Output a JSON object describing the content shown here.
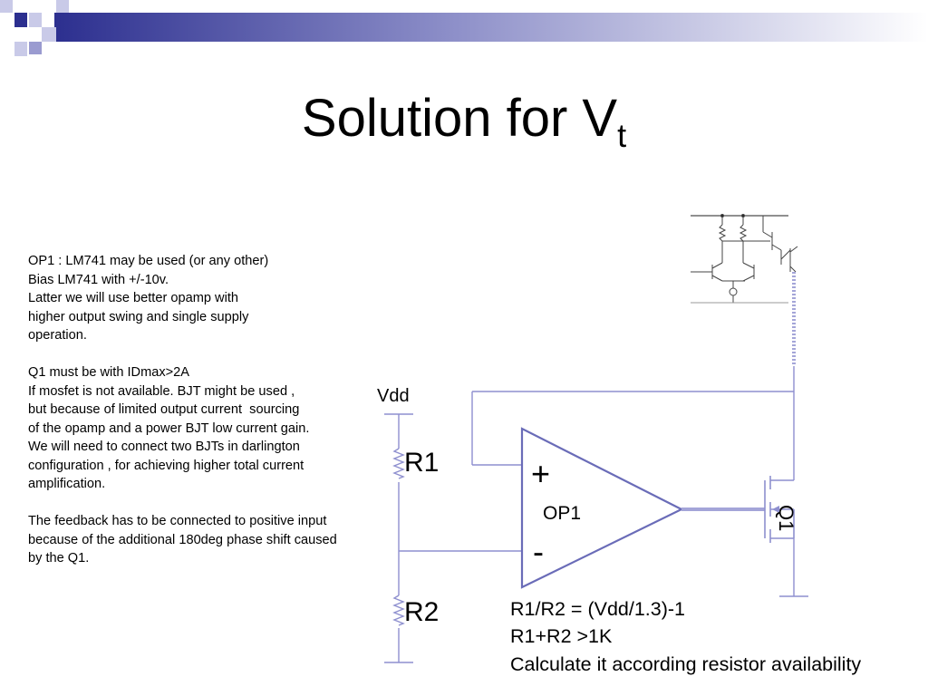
{
  "slide": {
    "title_main": "Solution for V",
    "title_sub": "t"
  },
  "notes": {
    "paragraphs": [
      [
        "OP1 : LM741 may be used (or any other)",
        "Bias LM741 with +/-10v.",
        "Latter we will use better opamp with",
        "higher output swing and single supply",
        "operation."
      ],
      [
        "Q1 must be with IDmax>2A",
        "If mosfet is not available. BJT might be used ,",
        "but because of limited output current  sourcing",
        "of the opamp and a power BJT low current gain.",
        "We will need to connect two BJTs in darlington",
        "configuration , for achieving higher total current",
        "amplification."
      ],
      [
        "The feedback has to be connected to positive input",
        "because of the additional 180deg phase shift caused",
        "by the Q1."
      ]
    ]
  },
  "circuit": {
    "vdd_label": "Vdd",
    "r1_label": "R1",
    "r2_label": "R2",
    "opamp_label": "OP1",
    "plus_sign": "+",
    "minus_sign": "-",
    "q1_label": "Q1"
  },
  "equations": [
    "R1/R2 = (Vdd/1.3)-1",
    "R1+R2 >1K",
    "Calculate it according resistor availability"
  ],
  "colors": {
    "wire": "#8e8fcf",
    "opamp": "#6a6cb8",
    "header_dark": "#2c2f8f",
    "header_light": "#c8c9e6"
  }
}
